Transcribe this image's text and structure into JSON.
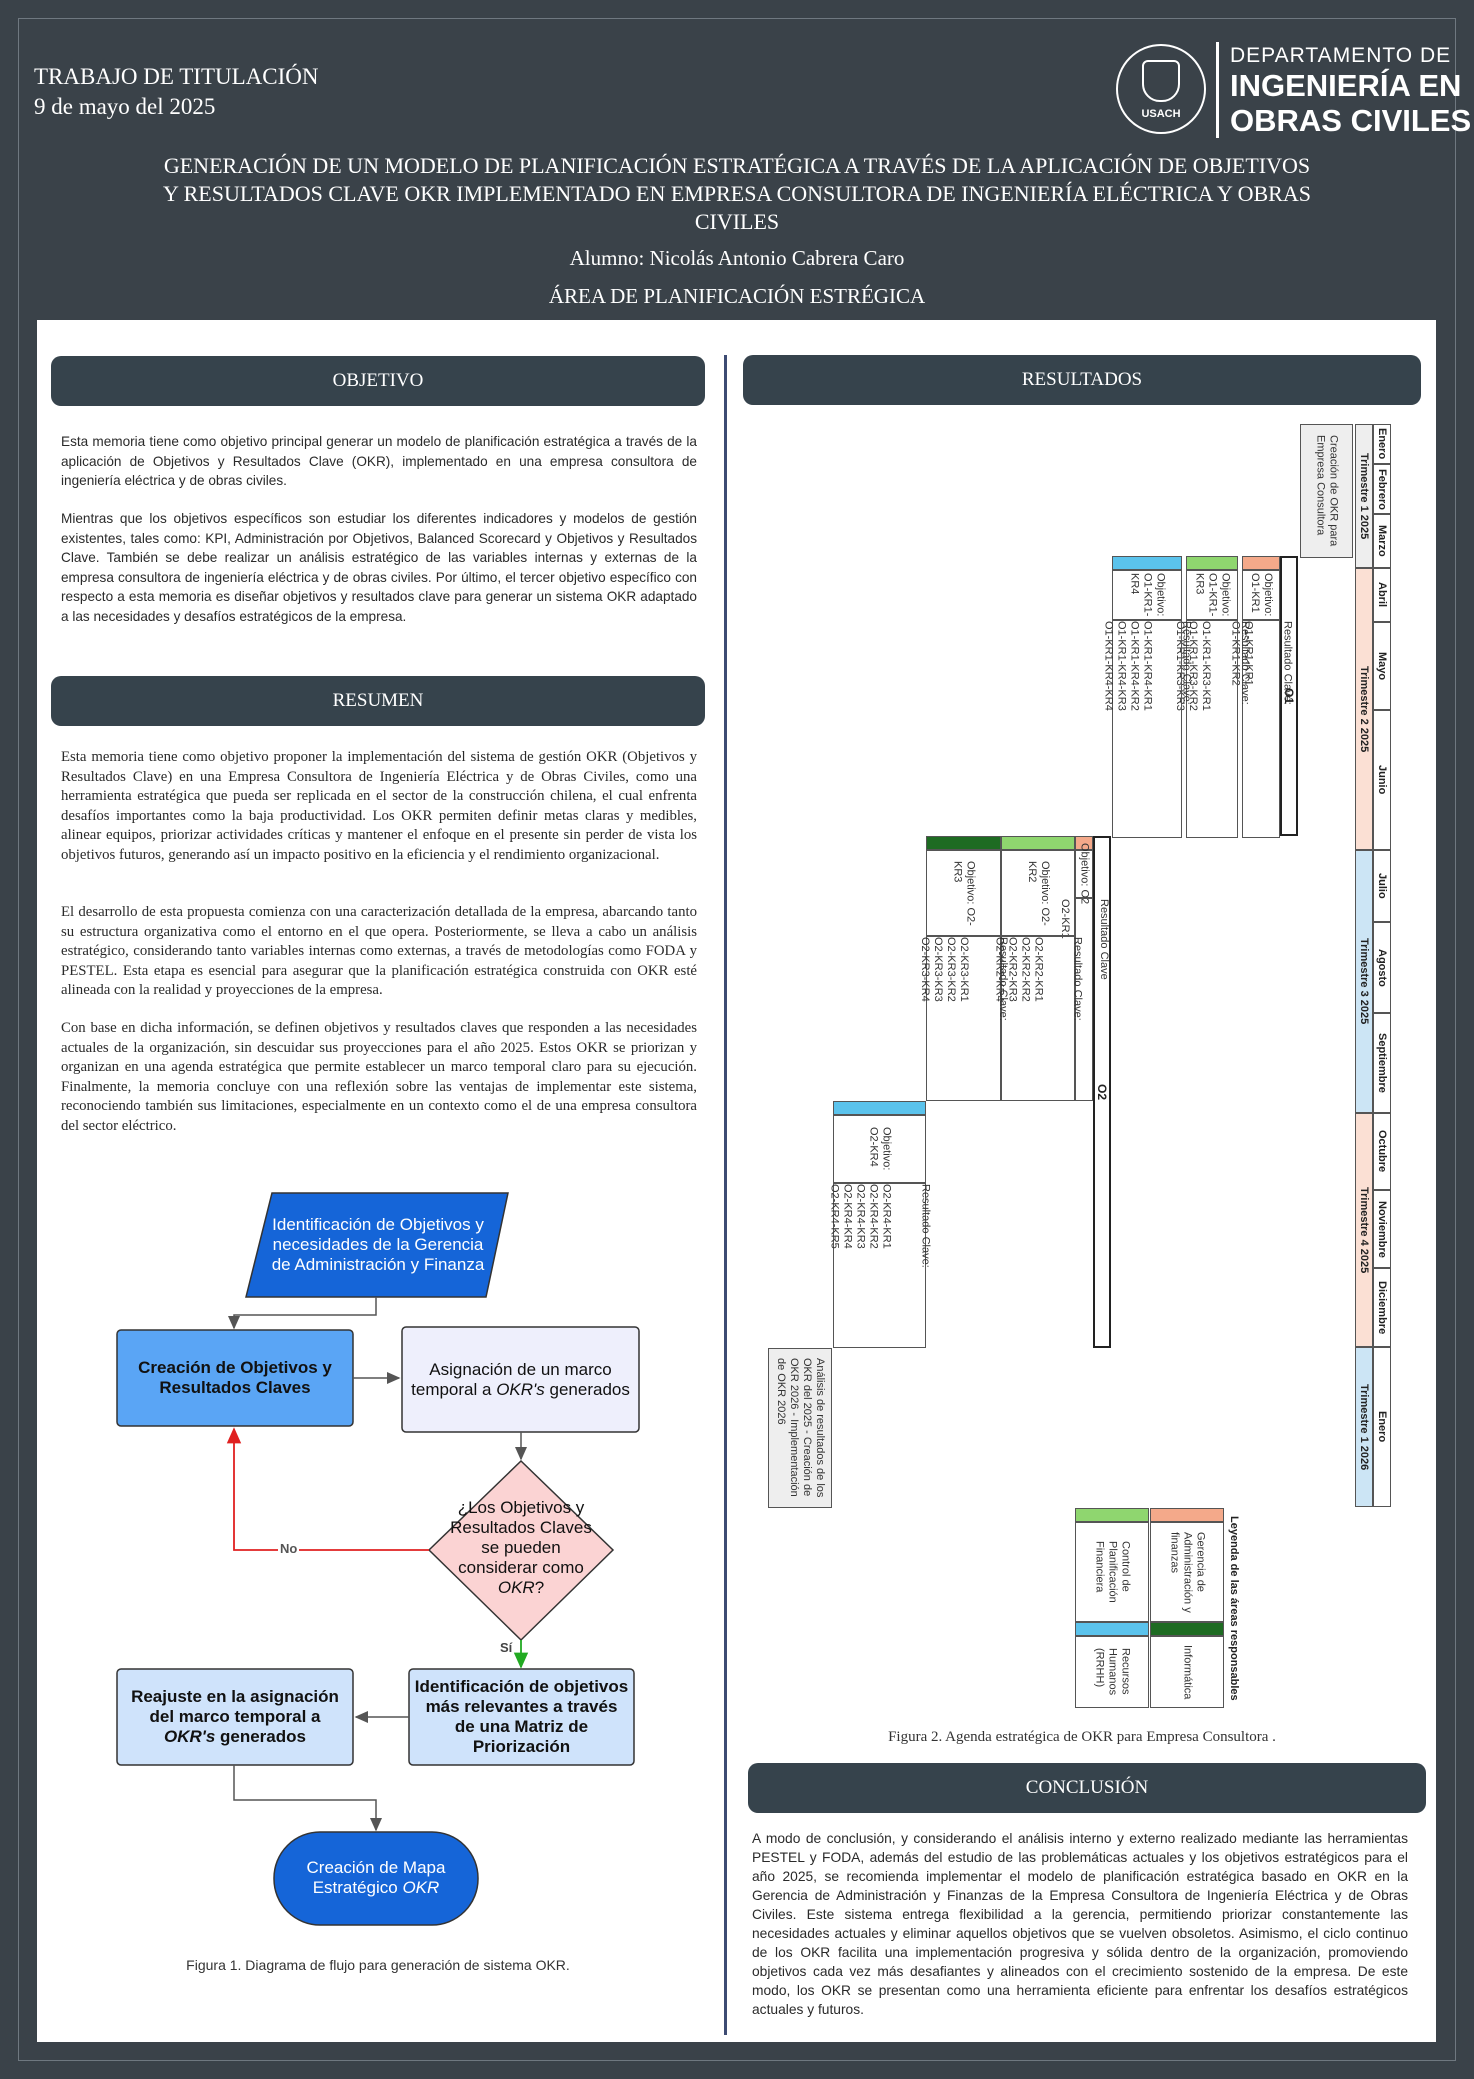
{
  "header": {
    "work_type": "TRABAJO DE TITULACIÓN",
    "date": "9 de mayo del 2025",
    "logo_text": "USACH",
    "department_line1": "DEPARTAMENTO DE",
    "department_line2": "INGENIERÍA EN",
    "department_line3": "OBRAS CIVILES",
    "title_line1": "GENERACIÓN DE UN MODELO DE PLANIFICACIÓN ESTRATÉGICA A TRAVÉS DE LA APLICACIÓN DE OBJETIVOS",
    "title_line2": "Y RESULTADOS  CLAVE OKR IMPLEMENTADO EN EMPRESA CONSULTORA  DE INGENIERÍA ELÉCTRICA Y OBRAS",
    "title_line3": "CIVILES",
    "student": "Alumno: Nicolás Antonio Cabrera Caro",
    "area": "ÁREA DE PLANIFICACIÓN  ESTRÉGICA"
  },
  "objetivo": {
    "heading": "OBJETIVO",
    "p1": "Esta memoria tiene como objetivo principal generar un modelo de planificación estratégica a través de la aplicación de Objetivos y Resultados Clave (OKR), implementado en una empresa consultora de ingeniería eléctrica y de obras civiles.",
    "p2": "Mientras que los objetivos específicos son estudiar los diferentes indicadores y modelos de gestión existentes, tales como: KPI, Administración por Objetivos, Balanced Scorecard y Objetivos y Resultados Clave. También se debe realizar un análisis estratégico de las variables internas y externas de la empresa consultora de ingeniería eléctrica y de obras civiles. Por último, el tercer objetivo específico con respecto a esta memoria es diseñar objetivos y resultados clave para generar un sistema OKR adaptado a las necesidades y desafíos estratégicos de la empresa."
  },
  "resumen": {
    "heading": "RESUMEN",
    "p1": "Esta memoria tiene como objetivo proponer la implementación del sistema de gestión OKR (Objetivos y Resultados Clave) en una Empresa Consultora de Ingeniería Eléctrica y de Obras Civiles, como una herramienta estratégica que pueda ser replicada en el sector de la construcción chilena, el cual enfrenta desafíos importantes como la baja productividad. Los OKR permiten definir metas claras y medibles, alinear equipos, priorizar actividades críticas y mantener el enfoque en el presente sin perder de vista los objetivos futuros, generando así un impacto positivo en la eficiencia  y el rendimiento  organizacional.",
    "p2": "El desarrollo de esta propuesta comienza con una caracterización detallada de la empresa, abarcando tanto su estructura organizativa como el entorno en el que opera. Posteriormente, se lleva a cabo un análisis estratégico, considerando tanto variables internas como externas, a través de metodologías como FODA y PESTEL. Esta etapa es esencial para asegurar que la planificación estratégica  construida  con OKR esté alineada  con la realidad  y proyecciones  de la empresa.",
    "p3": "Con base en dicha información, se definen objetivos y resultados claves que responden a las necesidades actuales de la organización, sin descuidar sus proyecciones para el año 2025. Estos OKR se priorizan y organizan en una agenda estratégica que permite establecer un marco temporal claro para su ejecución. Finalmente, la memoria concluye con una reflexión sobre las ventajas de implementar este sistema, reconociendo también sus limitaciones, especialmente en un contexto como el de una  empresa consultora  del sector eléctrico."
  },
  "flowchart": {
    "n1": "Identificación de Objetivos y necesidades de la Gerencia de Administración y Finanza",
    "n2": "Creación de Objetivos y Resultados Claves",
    "n3_a": "Asignación de un marco temporal a ",
    "n3_b": "OKR's",
    "n3_c": " generados",
    "n4_a": "¿Los Objetivos y Resultados Claves se pueden considerar como ",
    "n4_b": "OKR",
    "n4_c": "?",
    "n5": "Identificación de objetivos más relevantes a través de una Matriz de Priorización",
    "n6_a": "Reajuste en la asignación del marco temporal a ",
    "n6_b": "OKR's",
    "n6_c": " generados",
    "n7_a": "Creación de Mapa Estratégico ",
    "n7_b": "OKR",
    "label_no": "No",
    "label_si": "Sí",
    "caption": "Figura  1. Diagrama de flujo para generación de sistema OKR.",
    "colors": {
      "dark_blue": "#1565d8",
      "mid_blue": "#5aa5f5",
      "light_blue": "#cfe3fb",
      "lavender": "#eeeffc",
      "pink": "#fbd3d3",
      "red_line": "#e02020",
      "green_line": "#22aa22"
    }
  },
  "resultados": {
    "heading": "RESULTADOS",
    "months": [
      "Enero",
      "Febrero",
      "Marzo",
      "Abril",
      "Mayo",
      "Junio",
      "Julio",
      "Agosto",
      "Septiembre",
      "Octubre",
      "Noviembre",
      "Diciembre",
      "Enero"
    ],
    "quarters": [
      "Trimestre 1 2025",
      "Trimestre 2 2025",
      "Trimestre 3 2025",
      "Trimestre 4 2025",
      "Trimestre 1 2026"
    ],
    "start_text": "Creación de OKR para\nEmpresa Consultora",
    "o1_label": "O1",
    "o1_rows": [
      {
        "obj": "Objetivo:\nO1-KR1",
        "rc": "Resultado Clave:",
        "items": "O1-KR1-KR1\nO1-KR1-KR2",
        "color": "#f4a98a"
      },
      {
        "obj": "Objetivo:\nO1-KR1-\nKR3",
        "rc": "Resultado Clave:",
        "items": "O1-KR1-KR3-KR1\nO1-KR1-KR3-KR2\nO1-KR1-KR3-KR3",
        "color": "#8fd66f"
      },
      {
        "obj": "Objetivo:\nO1-KR1-\nKR4",
        "rc": "Resultado Clave:",
        "items": "O1-KR1-KR4-KR1\nO1-KR1-KR4-KR2\nO1-KR1-KR4-KR3\nO1-KR1-KR4-KR4",
        "color": "#5bc3ec"
      }
    ],
    "o2_label": "O2",
    "o2_rows": [
      {
        "obj": "Objetivo: O2",
        "rc": "Resultado Clave",
        "items": "O2-KR1",
        "color": "#f4a98a"
      },
      {
        "obj": "Objetivo: O2-\nKR2",
        "rc": "Resultado Clave:",
        "items": "O2-KR2-KR1\nO2-KR2-KR2\nO2-KR2-KR3\nO2-KR2-KR4",
        "color": "#8fd66f"
      },
      {
        "obj": "Objetivo: O2-\nKR3",
        "rc": "Resultado Clave:",
        "items": "O2-KR3-KR1\nO2-KR3-KR2\nO2-KR3-KR3\nO2-KR3-KR4",
        "color": "#1e6b22"
      },
      {
        "obj": "Objetivo:\nO2-KR4",
        "rc": "Resultado Clave:",
        "items": "O2-KR4-KR1\nO2-KR4-KR2\nO2-KR4-KR3\nO2-KR4-KR4\nO2-KR4-KR5",
        "color": "#5bc3ec"
      }
    ],
    "end_text": "Análisis de resultados de los\nOKR del 2025 - Creación de\nOKR 2026 - Implementación\nde OKR 2026",
    "legend_title": "Leyenda de las áreas responsables",
    "legend": [
      {
        "label": "Gerencia de\nAdministración y\nfinanzas",
        "color": "#f4a98a"
      },
      {
        "label": "Informática",
        "color": "#1e6b22"
      },
      {
        "label": "Control de\nPlanificación\nFinanciera",
        "color": "#8fd66f"
      },
      {
        "label": "Recursos\nHumanos\n(RRHH)",
        "color": "#5bc3ec"
      }
    ],
    "caption": "Figura  2. Agenda  estratégica  de OKR para Empresa  Consultora  ."
  },
  "conclusion": {
    "heading": "CONCLUSIÓN",
    "text": "A modo de conclusión, y considerando el análisis interno y externo realizado mediante las herramientas PESTEL y FODA, además del estudio de las problemáticas actuales y los objetivos estratégicos para el año 2025, se recomienda implementar el modelo de planificación estratégica basado en OKR en la Gerencia de Administración y Finanzas de la Empresa Consultora de Ingeniería Eléctrica y de Obras Civiles. Este sistema entrega flexibilidad a la gerencia, permitiendo priorizar constantemente las necesidades actuales y eliminar aquellos objetivos que se vuelven obsoletos. Asimismo, el ciclo continuo de los OKR facilita una implementación progresiva y sólida dentro de la organización, promoviendo objetivos cada vez más desafiantes y alineados con el crecimiento sostenido de la empresa. De este modo, los OKR se presentan como una herramienta eficiente para enfrentar los desafíos estratégicos actuales y futuros."
  }
}
